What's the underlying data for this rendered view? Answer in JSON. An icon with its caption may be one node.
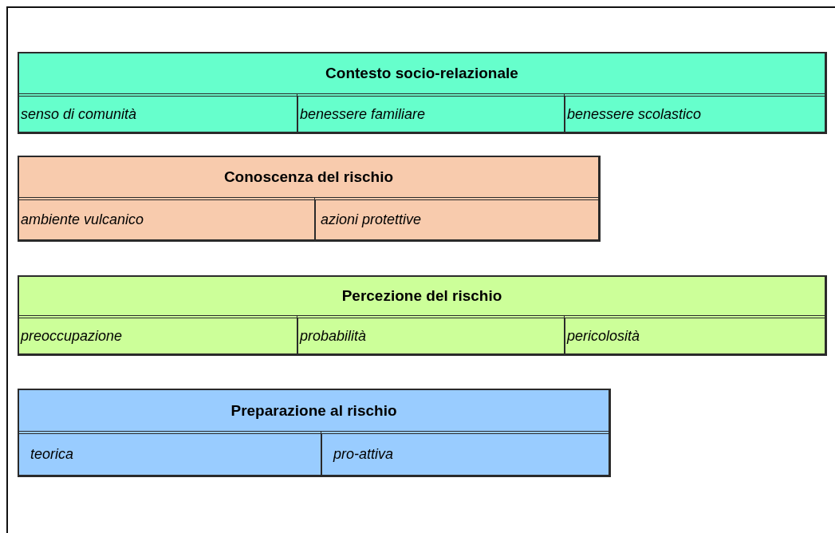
{
  "diagram": {
    "nodes": [
      {
        "text": [
          "Contesto socio-relazionale"
        ]
      },
      {
        "text": [
          "senso di comunità"
        ],
        "in": 0
      },
      {
        "text": [
          "benessere familiare"
        ],
        "in": 0
      },
      {
        "text": [
          "benessere scolastico"
        ],
        "in": 0
      },
      {
        "text": [
          "Conoscenza del rischio"
        ]
      },
      {
        "text": [
          "ambiente vulcanico"
        ],
        "in": 4
      },
      {
        "text": [
          "azioni protettive"
        ],
        "in": 4
      },
      {
        "text": [
          "Percezione del rischio"
        ]
      },
      {
        "text": [
          "preoccupazione"
        ],
        "in": 7
      },
      {
        "text": [
          "probabilità"
        ],
        "in": 7
      },
      {
        "text": [
          "pericolosità"
        ],
        "in": 7
      },
      {
        "text": [
          "Preparazione al rischio"
        ]
      },
      {
        "text": [
          "teorica"
        ],
        "in": 11
      },
      {
        "text": [
          "pro-attiva"
        ],
        "in": 11
      }
    ]
  }
}
